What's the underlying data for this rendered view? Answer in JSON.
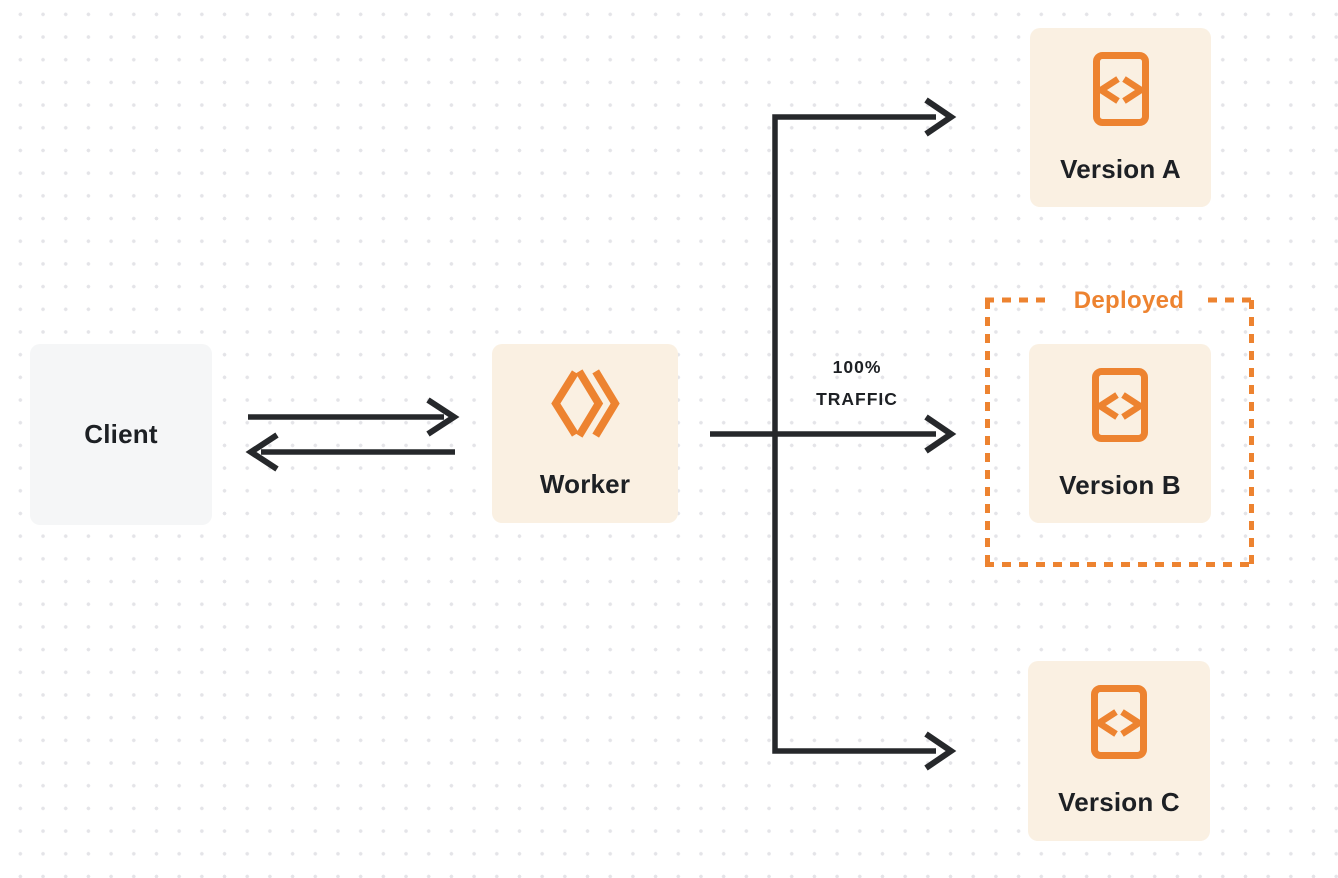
{
  "diagram": {
    "type": "flow-diagram",
    "nodes": {
      "client": {
        "label": "Client"
      },
      "worker": {
        "label": "Worker",
        "icon": "cloudflare-workers-logo-icon"
      },
      "version_a": {
        "label": "Version A",
        "icon": "code-file-icon"
      },
      "version_b": {
        "label": "Version B",
        "icon": "code-file-icon"
      },
      "version_c": {
        "label": "Version C",
        "icon": "code-file-icon"
      }
    },
    "annotations": {
      "traffic_line1": "100%",
      "traffic_line2": "TRAFFIC",
      "deployed": "Deployed"
    },
    "edges": [
      {
        "from": "client",
        "to": "worker",
        "style": "arrow-right"
      },
      {
        "from": "worker",
        "to": "client",
        "style": "arrow-left"
      },
      {
        "from": "worker",
        "to": "version_a",
        "style": "branch-arrow"
      },
      {
        "from": "worker",
        "to": "version_b",
        "style": "branch-arrow",
        "label": "100% TRAFFIC"
      },
      {
        "from": "worker",
        "to": "version_c",
        "style": "branch-arrow"
      }
    ],
    "colors": {
      "accent_orange": "#ED8330",
      "node_cream_bg": "#FAF0E2",
      "client_gray_bg": "#F5F6F7",
      "line_dark": "#26282B",
      "text_dark": "#1D2024",
      "dot_grid": "#E4E4E8",
      "canvas_bg": "#FFFFFF"
    }
  }
}
